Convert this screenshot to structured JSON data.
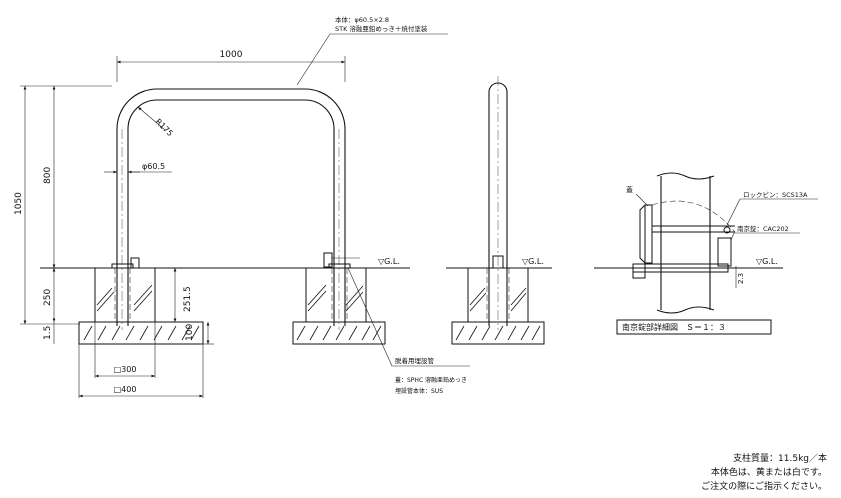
{
  "drawing": {
    "main_spec_line1": "本体：φ60.5×2.8",
    "main_spec_line2": "STK 溶融亜鉛めっき＋焼付塗装",
    "dim_width": "1000",
    "dim_radius": "R175",
    "dim_pipe": "φ60.5",
    "dim_total_height": "1050",
    "dim_upper_height": "800",
    "dim_embed": "250",
    "dim_sleeve": "251.5",
    "dim_bottom": "1.5",
    "dim_base": "100",
    "dim_foot_inner": "□300",
    "dim_foot_outer": "□400",
    "gl_front": "▽G.L.",
    "gl_side": "▽G.L.",
    "gl_detail": "▽G.L.",
    "removable_title": "脱着用埋設管",
    "removable_line1": "蓋：SPHC 溶融亜鉛めっき",
    "removable_line2": "埋設管本体：SUS",
    "lock_pin": "ロックピン：SCS13A",
    "padlock": "南京錠：CAC202",
    "lid": "蓋",
    "detail_gap": "2.3",
    "detail_title": "南京錠部詳細図　Ｓ＝１：３"
  },
  "notes": {
    "weight": "支柱質量：11.5kg／本",
    "color": "本体色は、黄または白です。",
    "order": "ご注文の際にご指示ください。"
  }
}
